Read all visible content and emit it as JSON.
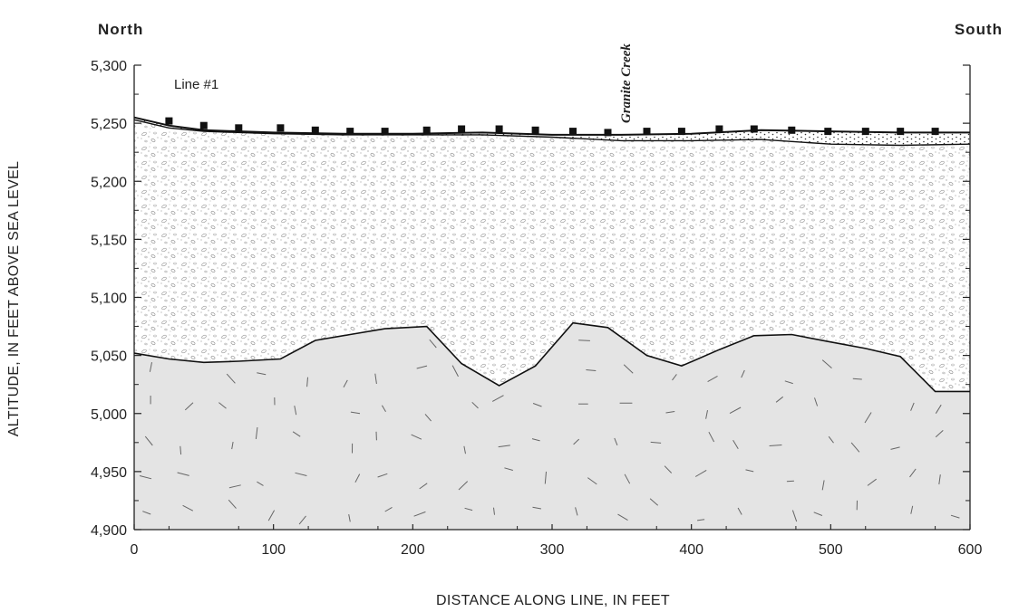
{
  "chart_data": {
    "type": "area",
    "title": "",
    "xlabel": "DISTANCE ALONG LINE, IN FEET",
    "ylabel": "ALTITUDE, IN FEET ABOVE SEA LEVEL",
    "xlim": [
      0,
      600
    ],
    "ylim": [
      4900,
      5300
    ],
    "x_ticks": [
      0,
      100,
      200,
      300,
      400,
      500,
      600
    ],
    "x_tick_labels": [
      "0",
      "100",
      "200",
      "300",
      "400",
      "500",
      "600"
    ],
    "y_ticks": [
      4900,
      4950,
      5000,
      5050,
      5100,
      5150,
      5200,
      5250,
      5300
    ],
    "y_tick_labels": [
      "4,900",
      "4,950",
      "5,000",
      "5,050",
      "5,100",
      "5,150",
      "5,200",
      "5,250",
      "5,300"
    ],
    "grid": false,
    "left_direction": "North",
    "right_direction": "South",
    "line_label": "Line #1",
    "annotations": [
      {
        "text": "Granite Creek",
        "x": 360
      }
    ],
    "series": [
      {
        "x": [
          0,
          25,
          50,
          100,
          150,
          200,
          250,
          300,
          350,
          400,
          450,
          500,
          550,
          600
        ],
        "y": [
          5255,
          5248,
          5244,
          5242,
          5241,
          5241,
          5242,
          5240,
          5240,
          5241,
          5244,
          5243,
          5242,
          5242
        ]
      },
      {
        "x": [
          0,
          25,
          50,
          100,
          150,
          200,
          250,
          300,
          350,
          400,
          450,
          500,
          550,
          600
        ],
        "y": [
          5253,
          5246,
          5243,
          5241,
          5240,
          5240,
          5240,
          5238,
          5235,
          5235,
          5236,
          5232,
          5231,
          5232
        ]
      },
      {
        "x": [
          0,
          25,
          50,
          75,
          105,
          130,
          155,
          180,
          210,
          235,
          262,
          288,
          315,
          340,
          368,
          393,
          420,
          445,
          472,
          498,
          525,
          550,
          575,
          600
        ],
        "y": [
          5052,
          5047,
          5044,
          5045,
          5047,
          5063,
          5068,
          5073,
          5075,
          5043,
          5024,
          5041,
          5078,
          5074,
          5050,
          5041,
          5055,
          5067,
          5068,
          5062,
          5056,
          5049,
          5019,
          5019
        ]
      },
      {
        "x": [
          25,
          50,
          75,
          105,
          130,
          155,
          180,
          210,
          235,
          262,
          288,
          315,
          340,
          368,
          393,
          420,
          445,
          472,
          498,
          525,
          550,
          575
        ],
        "y": [
          5252,
          5248,
          5246,
          5246,
          5244,
          5243,
          5243,
          5244,
          5245,
          5245,
          5244,
          5243,
          5242,
          5243,
          5243,
          5245,
          5245,
          5244,
          5243,
          5243,
          5243,
          5243
        ]
      }
    ]
  }
}
